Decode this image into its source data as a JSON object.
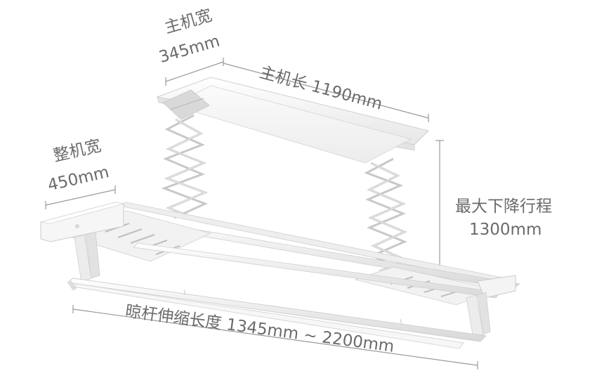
{
  "dimensions": {
    "host_width": {
      "name": "主机宽",
      "value": "345mm"
    },
    "host_length": {
      "label": "主机长 1190mm"
    },
    "overall_width": {
      "name": "整机宽",
      "value": "450mm"
    },
    "max_descent": {
      "name": "最大下降行程",
      "value": "1300mm"
    },
    "pole_extension": {
      "label": "晾杆伸缩长度 1345mm ~ 2200mm"
    }
  },
  "colors": {
    "label_text": "#6b6b6b",
    "dimension_line": "#9a9a9a",
    "product_body": "#f3f3f3",
    "product_edge": "#cfcfcf",
    "shadow": "#d9d9d9"
  }
}
